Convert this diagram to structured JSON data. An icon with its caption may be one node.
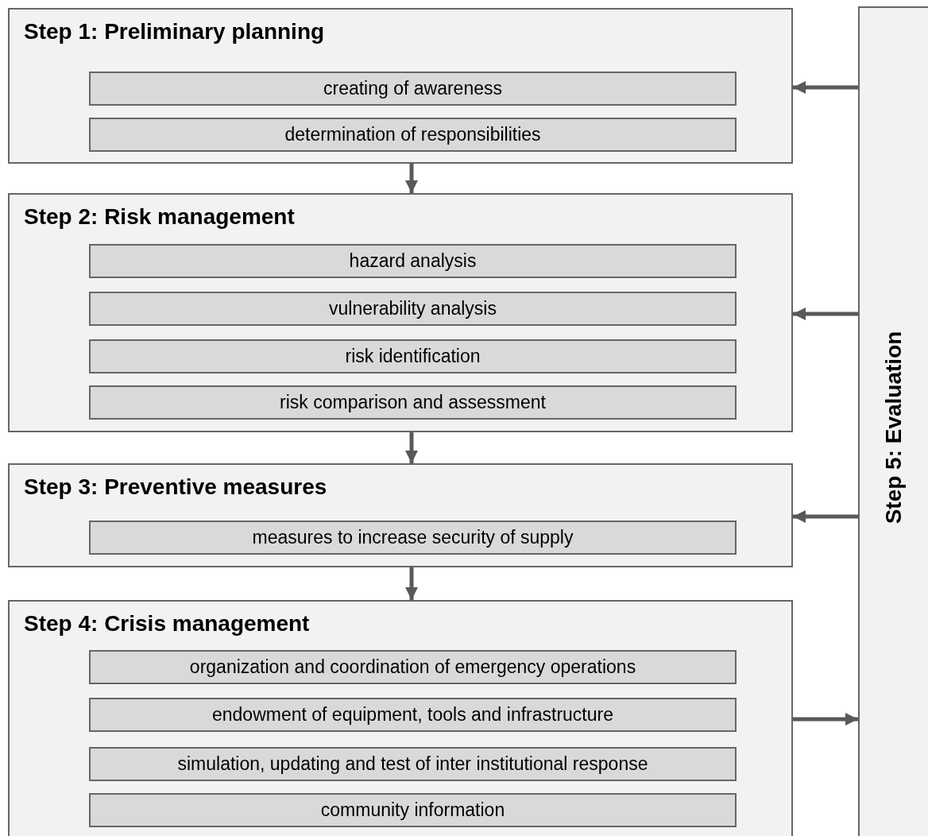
{
  "diagram": {
    "nodes": [
      {
        "text": [
          "Step 1: Preliminary planning"
        ]
      },
      {
        "text": [
          "creating of awareness"
        ],
        "in": 0
      },
      {
        "text": [
          "determination of responsibilities"
        ],
        "in": 0
      },
      {
        "text": [
          "Step 2: Risk management"
        ]
      },
      {
        "text": [
          "hazard analysis"
        ],
        "in": 3
      },
      {
        "text": [
          "vulnerability analysis"
        ],
        "in": 3
      },
      {
        "text": [
          "risk identification"
        ],
        "in": 3
      },
      {
        "text": [
          "risk comparison and assessment"
        ],
        "in": 3
      },
      {
        "text": [
          "Step 3: Preventive measures"
        ]
      },
      {
        "text": [
          "measures to increase security of supply"
        ],
        "in": 8
      },
      {
        "text": [
          "Step 4: Crisis management"
        ]
      },
      {
        "text": [
          "organization and coordination of emergency operations"
        ],
        "in": 10
      },
      {
        "text": [
          "endowment of equipment, tools and infrastructure"
        ],
        "in": 10
      },
      {
        "text": [
          "simulation, updating and test of inter institutional response"
        ],
        "in": 10
      },
      {
        "text": [
          "community information"
        ],
        "in": 10
      },
      {
        "text": [
          "Step 5: Evaluation"
        ]
      }
    ],
    "edges": [
      {
        "from": 0,
        "to": 3,
        "arrow": "to"
      },
      {
        "from": 3,
        "to": 8,
        "arrow": "to"
      },
      {
        "from": 8,
        "to": 10,
        "arrow": "to"
      },
      {
        "from": 15,
        "to": 0,
        "arrow": "to"
      },
      {
        "from": 15,
        "to": 3,
        "arrow": "to"
      },
      {
        "from": 15,
        "to": 8,
        "arrow": "to"
      },
      {
        "from": 10,
        "to": 15,
        "arrow": "to"
      }
    ]
  }
}
